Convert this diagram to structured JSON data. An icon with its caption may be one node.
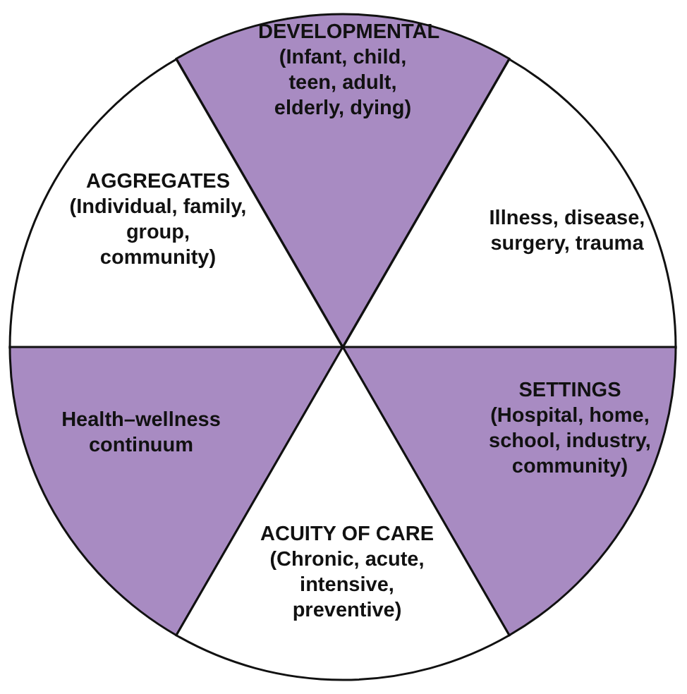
{
  "diagram": {
    "nodes": [
      {
        "text": [
          "DEVELOPMENTAL",
          "(Infant, child, teen, adult, elderly, dying)"
        ]
      },
      {
        "text": [
          "AGGREGATES",
          "(Individual, family, group, community)"
        ]
      },
      {
        "text": [
          "Illness, disease, surgery, trauma"
        ]
      },
      {
        "text": [
          "Health–wellness continuum"
        ]
      },
      {
        "text": [
          "SETTINGS",
          "(Hospital, home, school, industry, community)"
        ]
      },
      {
        "text": [
          "ACUITY OF CARE",
          "(Chronic, acute, intensive, preventive)"
        ]
      }
    ]
  }
}
